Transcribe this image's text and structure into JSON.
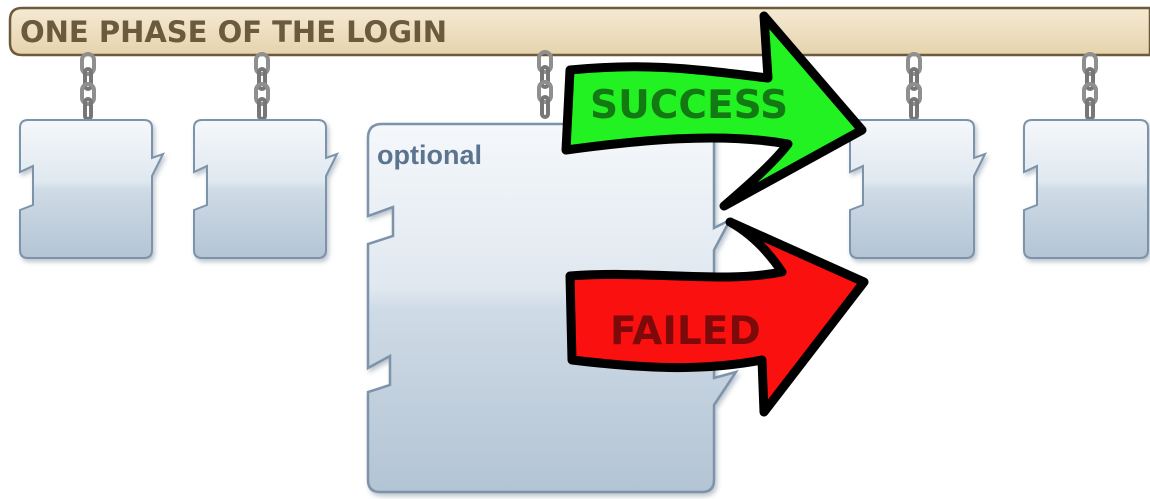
{
  "title": "ONE PHASE OF THE LOGIN",
  "modules": [
    {
      "label": ""
    },
    {
      "label": ""
    },
    {
      "label": "optional"
    },
    {
      "label": ""
    },
    {
      "label": ""
    }
  ],
  "outcomes": {
    "success_label": "SUCCESS",
    "failed_label": "FAILED"
  },
  "colors": {
    "bar_fill": "#efdfbf",
    "bar_border": "#6b5a3c",
    "title_text": "#6b5a3c",
    "module_light": "#f4f7fa",
    "module_dark": "#b5c6d5",
    "module_border": "#7d93a9",
    "optional_text": "#5b7590",
    "chain": "#8a8a8a",
    "success_fill": "#22f122",
    "success_text": "#137a13",
    "failed_fill": "#fb1010",
    "failed_text": "#7d0a0a",
    "arrow_outline": "#000000"
  },
  "icons": {
    "module": "puzzle-piece-icon",
    "chain": "chain-link-icon",
    "success": "right-arrow-icon",
    "failed": "right-arrow-icon"
  }
}
